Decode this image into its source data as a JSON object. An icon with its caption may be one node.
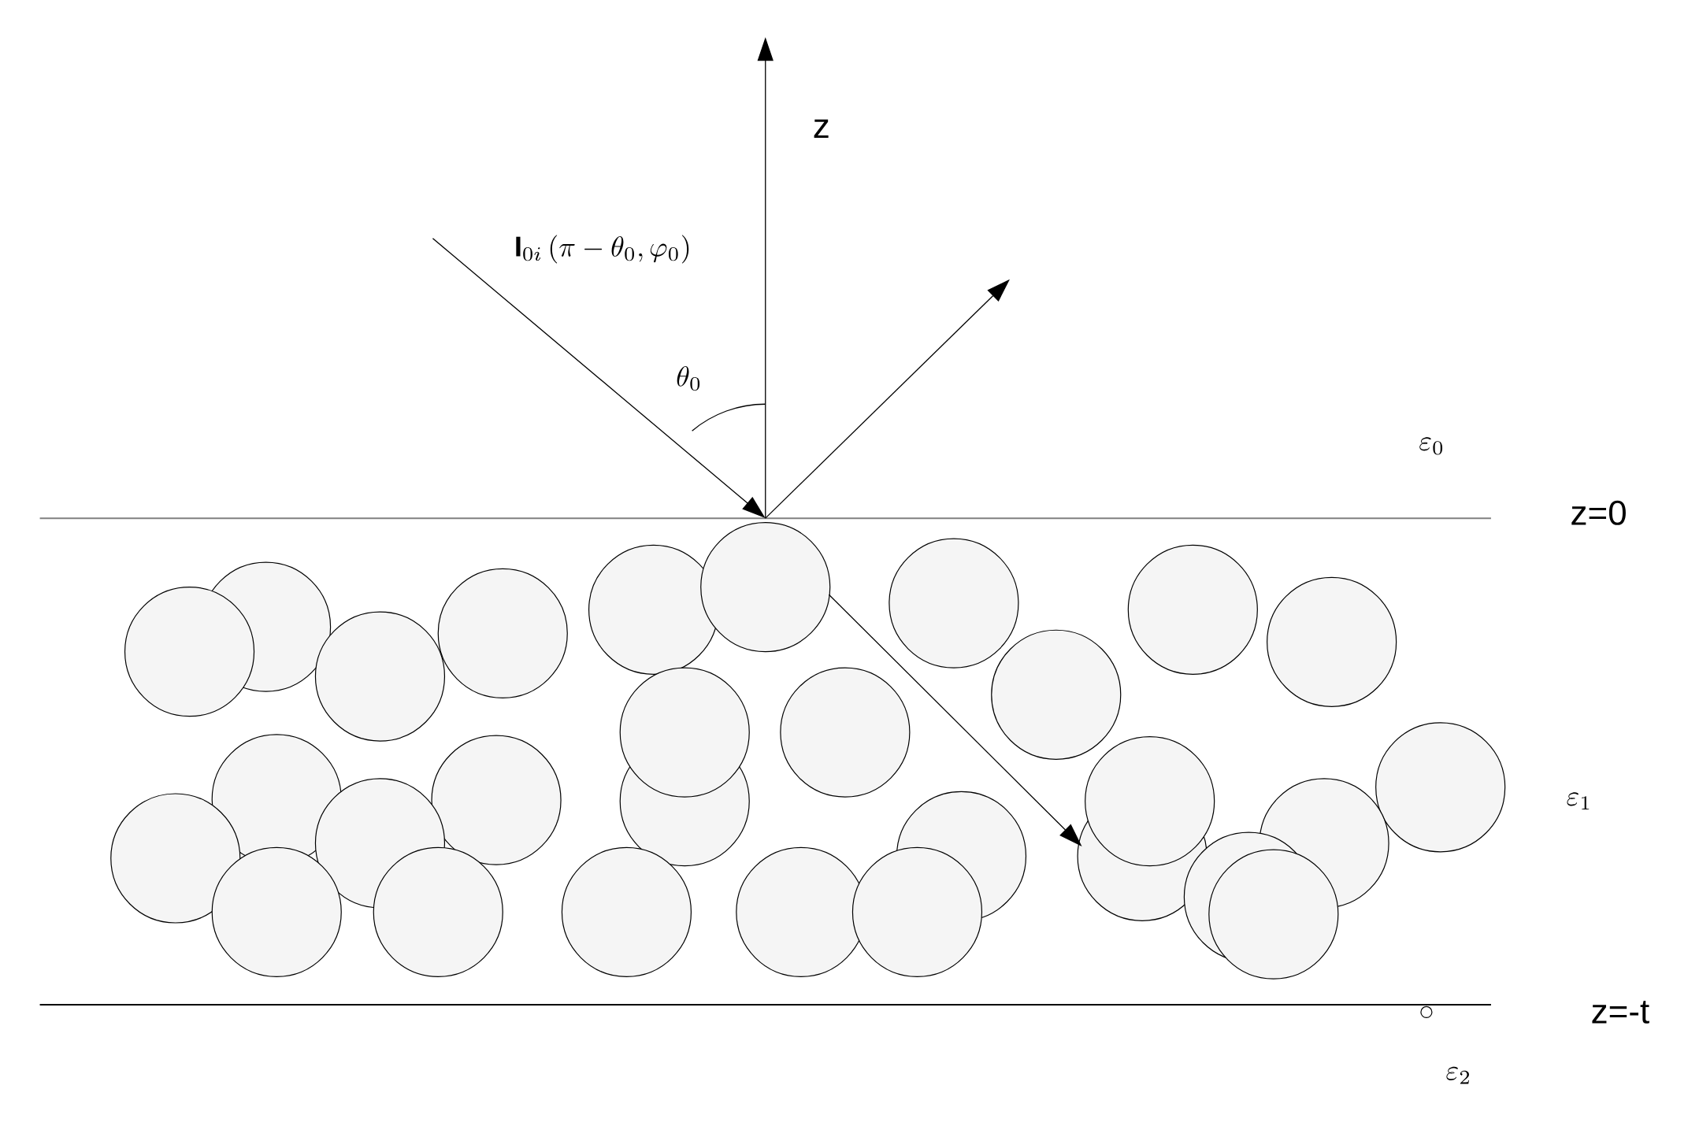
{
  "diagram": {
    "labels": [
      "z",
      "\\mathbf{I}_{0i}\\,(\\pi-\\theta_0,\\varphi_0)",
      "\\theta_0",
      "\\varepsilon_0",
      "z=0",
      "\\varepsilon_1",
      "z=-t",
      "\\varepsilon_2"
    ]
  }
}
